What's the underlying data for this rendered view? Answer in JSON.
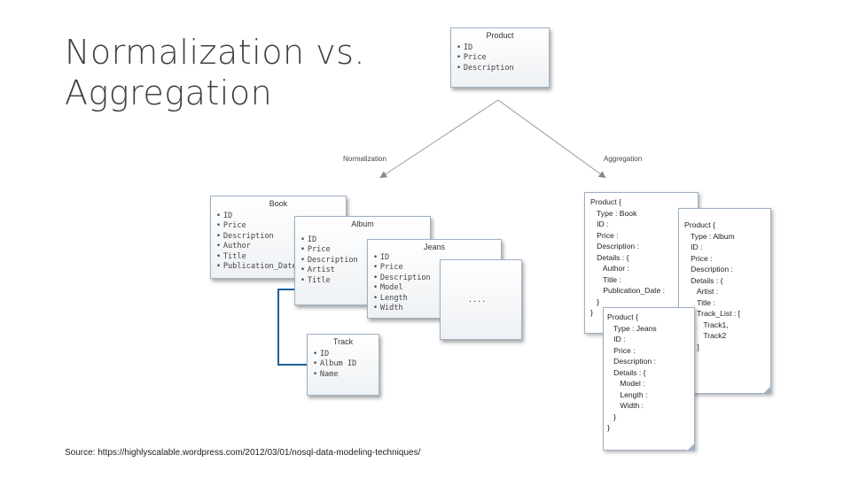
{
  "title_line1": "Normalization vs.",
  "title_line2": "Aggregation",
  "product": {
    "title": "Product",
    "fields": [
      "ID",
      "Price",
      "Description"
    ]
  },
  "edges": {
    "normalization": "Normalization",
    "aggregation": "Aggregation"
  },
  "book": {
    "title": "Book",
    "fields": [
      "ID",
      "Price",
      "Description",
      "Author",
      "Title",
      "Publication_Date"
    ]
  },
  "album": {
    "title": "Album",
    "fields": [
      "ID",
      "Price",
      "Description",
      "Artist",
      "Title"
    ]
  },
  "jeans": {
    "title": "Jeans",
    "fields": [
      "ID",
      "Price",
      "Description",
      "Model",
      "Length",
      "Width"
    ]
  },
  "more": {
    "text": "...."
  },
  "track": {
    "title": "Track",
    "fields": [
      "ID",
      "Album ID",
      "Name"
    ]
  },
  "doc_book": [
    "Product {",
    "   Type : Book",
    "   ID :",
    "   Price :",
    "   Description :",
    "   Details : {",
    "      Author :",
    "      Title :",
    "      Publication_Date :",
    "   }",
    "}"
  ],
  "doc_album": [
    "Product {",
    "   Type : Album",
    "   ID :",
    "   Price :",
    "   Description :",
    "   Details : {",
    "      Artist :",
    "      Title :",
    "      Track_List : [",
    "         Track1,",
    "         Track2",
    "      ]",
    "   }",
    "}"
  ],
  "doc_jeans": [
    "Product {",
    "   Type : Jeans",
    "   ID :",
    "   Price :",
    "   Description :",
    "   Details : {",
    "      Model :",
    "      Length :",
    "      Width :",
    "   }",
    "}"
  ],
  "source": "Source: https://highlyscalable.wordpress.com/2012/03/01/nosql-data-modeling-techniques/"
}
